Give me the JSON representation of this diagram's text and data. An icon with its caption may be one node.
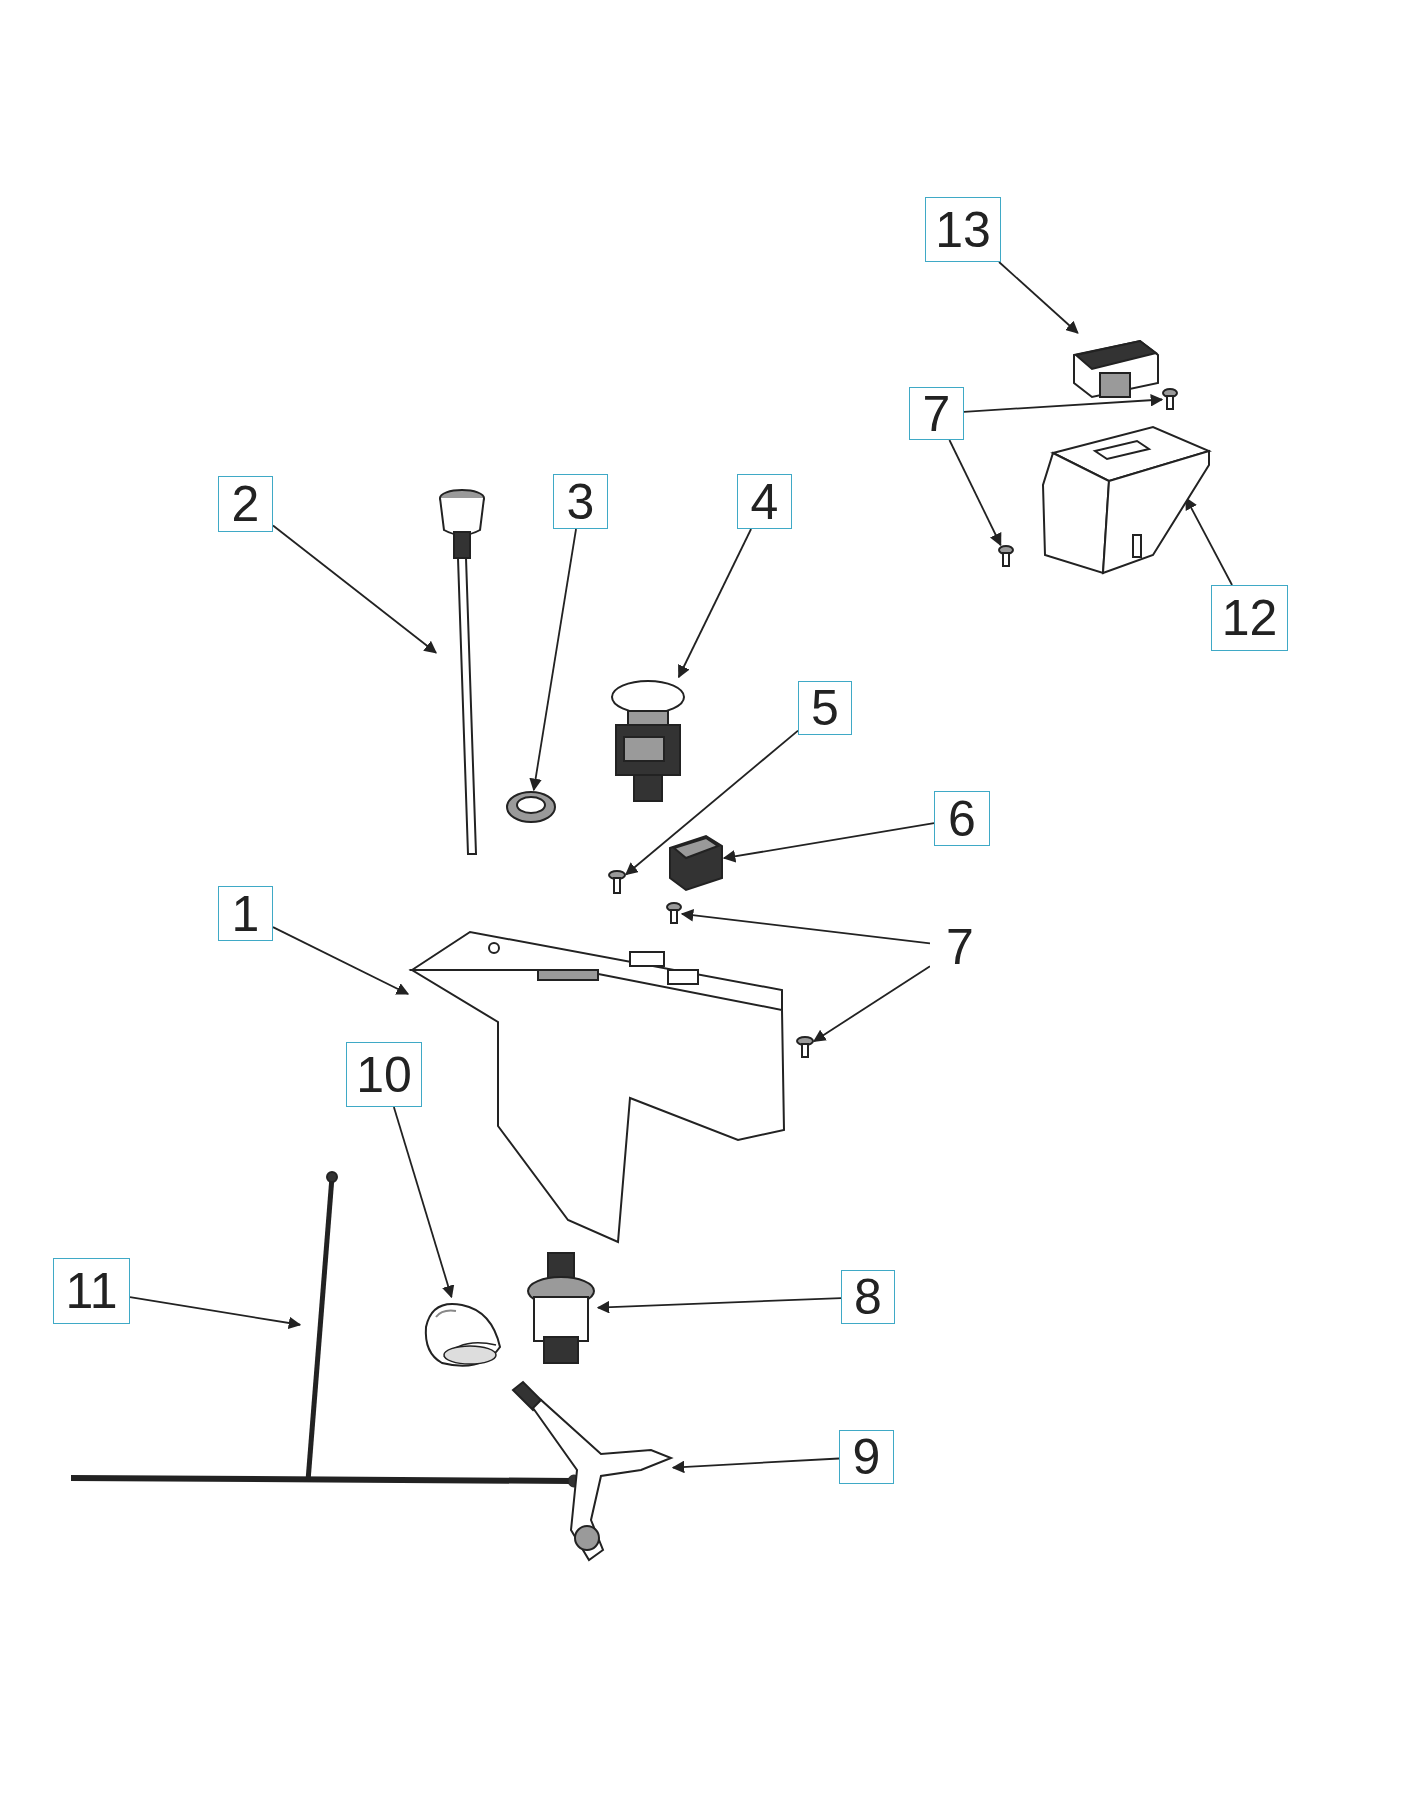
{
  "diagram": {
    "nodes": [
      {
        "text": [
          "13"
        ]
      },
      {
        "text": [],
        "shape": "picture"
      },
      {
        "text": [
          "7"
        ]
      },
      {
        "text": [],
        "shape": "picture"
      },
      {
        "text": [],
        "shape": "picture"
      },
      {
        "text": [],
        "shape": "picture"
      },
      {
        "text": [
          "12"
        ]
      },
      {
        "text": [
          "2"
        ]
      },
      {
        "text": [],
        "shape": "picture"
      },
      {
        "text": [
          "3"
        ]
      },
      {
        "text": [],
        "shape": "picture"
      },
      {
        "text": [
          "4"
        ]
      },
      {
        "text": [],
        "shape": "picture"
      },
      {
        "text": [
          "5"
        ]
      },
      {
        "text": [],
        "shape": "picture"
      },
      {
        "text": [
          "6"
        ]
      },
      {
        "text": [],
        "shape": "picture"
      },
      {
        "text": [
          "1"
        ]
      },
      {
        "text": [],
        "shape": "picture"
      },
      {
        "text": [
          "7"
        ]
      },
      {
        "text": [],
        "shape": "picture"
      },
      {
        "text": [],
        "shape": "picture"
      },
      {
        "text": [
          "10"
        ]
      },
      {
        "text": [],
        "shape": "picture"
      },
      {
        "text": [
          "11"
        ]
      },
      {
        "text": [],
        "shape": "picture"
      },
      {
        "text": [
          "8"
        ]
      },
      {
        "text": [],
        "shape": "picture"
      },
      {
        "text": [
          "9"
        ]
      },
      {
        "text": [],
        "shape": "picture"
      }
    ],
    "edges": [
      {
        "from": 0,
        "to": 1,
        "arrow": "to"
      },
      {
        "from": 2,
        "to": 3,
        "arrow": "to"
      },
      {
        "from": 2,
        "to": 4,
        "arrow": "to"
      },
      {
        "from": 6,
        "to": 5,
        "arrow": "to"
      },
      {
        "from": 7,
        "to": 8,
        "arrow": "to"
      },
      {
        "from": 9,
        "to": 10,
        "arrow": "to"
      },
      {
        "from": 11,
        "to": 12,
        "arrow": "to"
      },
      {
        "from": 13,
        "to": 14,
        "arrow": "to"
      },
      {
        "from": 15,
        "to": 16,
        "arrow": "to"
      },
      {
        "from": 17,
        "to": 18,
        "arrow": "to"
      },
      {
        "from": 19,
        "to": 20,
        "arrow": "to"
      },
      {
        "from": 19,
        "to": 21,
        "arrow": "to"
      },
      {
        "from": 22,
        "to": 23,
        "arrow": "to"
      },
      {
        "from": 24,
        "to": 25,
        "arrow": "to"
      },
      {
        "from": 26,
        "to": 27,
        "arrow": "to"
      },
      {
        "from": 28,
        "to": 29,
        "arrow": "to"
      }
    ]
  }
}
